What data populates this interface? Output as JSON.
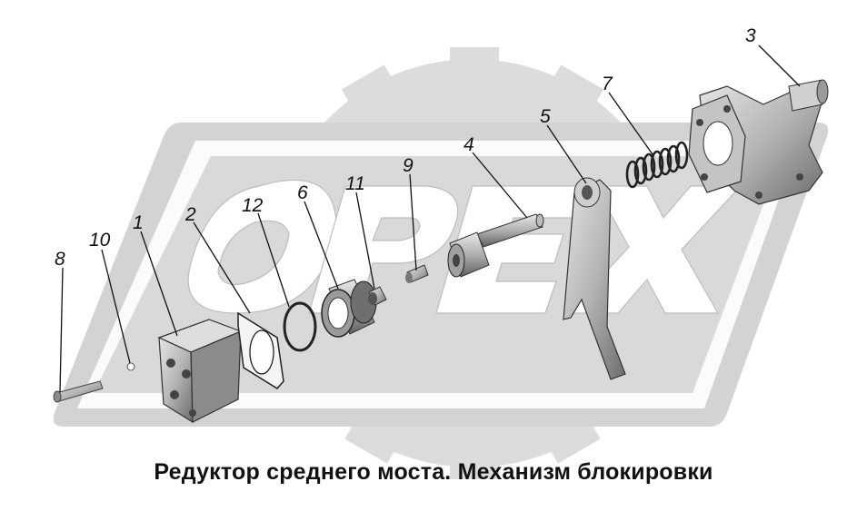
{
  "caption": "Редуктор среднего моста. Механизм блокировки",
  "watermark": {
    "text": "OPEX",
    "fill_color": "#d9d9d9"
  },
  "colors": {
    "part_shade": "#b9b9b9",
    "part_dark": "#6e6e6e",
    "ink": "#111111"
  },
  "callouts": {
    "c1": "1",
    "c2": "2",
    "c3": "3",
    "c4": "4",
    "c5": "5",
    "c6": "6",
    "c7": "7",
    "c8": "8",
    "c9": "9",
    "c10": "10",
    "c11": "11",
    "c12": "12"
  }
}
